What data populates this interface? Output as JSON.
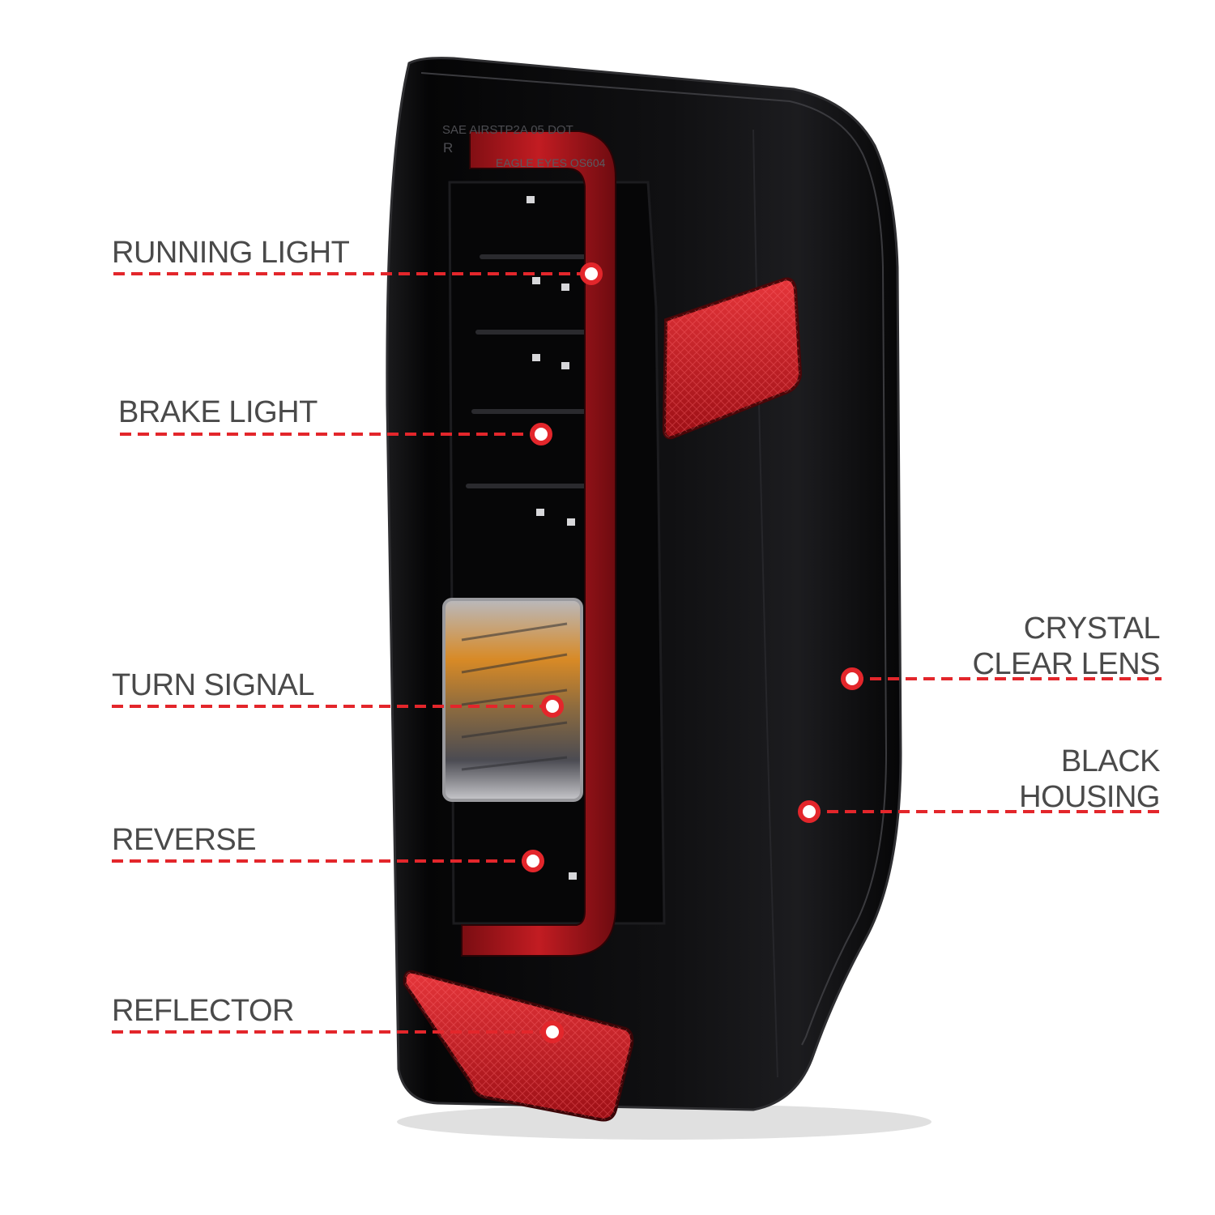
{
  "colors": {
    "callout": "#e3262b",
    "label_text": "#4a4a4a",
    "housing": "#0a0a0b",
    "light_bar": "#b3141c",
    "reflector": "#d8242a",
    "amber": "#d98a1e"
  },
  "callouts_left": [
    {
      "label": "RUNNING LIGHT"
    },
    {
      "label": "BRAKE LIGHT"
    },
    {
      "label": "TURN SIGNAL"
    },
    {
      "label": "REVERSE"
    },
    {
      "label": "REFLECTOR"
    }
  ],
  "callouts_right": [
    {
      "line1": "CRYSTAL",
      "line2": "CLEAR LENS"
    },
    {
      "line1": "BLACK",
      "line2": "HOUSING"
    }
  ],
  "lens_markings": {
    "line1": "SAE AIRSTP2A 05 DOT",
    "line2": "EAGLE EYES OS604",
    "mark": "R"
  }
}
